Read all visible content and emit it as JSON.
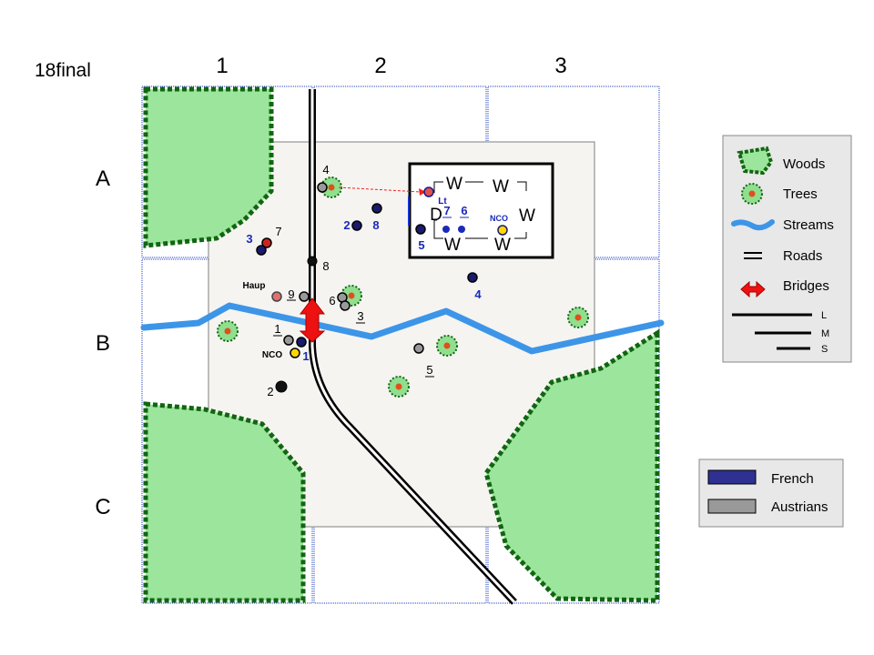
{
  "title": "18final",
  "columns": [
    "1",
    "2",
    "3"
  ],
  "rows": [
    "A",
    "B",
    "C"
  ],
  "legend": {
    "woods": "Woods",
    "trees": "Trees",
    "streams": "Streams",
    "roads": "Roads",
    "bridges": "Bridges",
    "size_l": "L",
    "size_m": "M",
    "size_s": "S"
  },
  "sides": {
    "french": "French",
    "austrians": "Austrians",
    "french_color": "#2e3192",
    "austrian_color": "#999999"
  },
  "building": {
    "w": "W",
    "d": "D",
    "lt": "Lt",
    "nco": "NCO"
  },
  "units": {
    "a_4": "4",
    "a_2": "2",
    "a_8": "8",
    "a_3": "3",
    "a_7": "7",
    "a_8b": "8",
    "haup": "Haup",
    "a_9": "9",
    "a_6": "6",
    "a_3b": "3",
    "a_1": "1",
    "nco": "NCO",
    "f_1": "1",
    "a_2b": "2",
    "a_5": "5",
    "f_4": "4",
    "f_5": "5",
    "f_7": "7",
    "f_6": "6"
  }
}
